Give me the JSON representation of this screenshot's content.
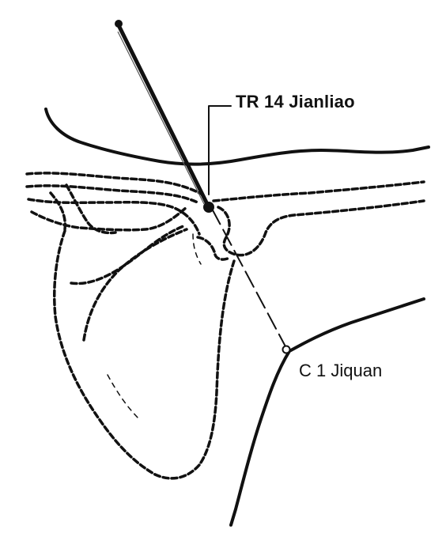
{
  "diagram": {
    "points": [
      {
        "id": "tr14",
        "label": "TR 14 Jianliao",
        "marker": "filled-dot"
      },
      {
        "id": "c1",
        "label": "C 1 Jiquan",
        "marker": "open-dot"
      }
    ],
    "colors": {
      "ink": "#111111",
      "background": "#ffffff"
    }
  }
}
